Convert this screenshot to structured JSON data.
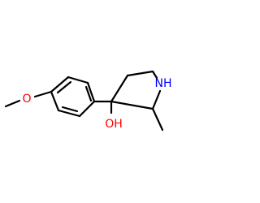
{
  "molecule": {
    "atoms": {
      "methoxy_oxygen": "O",
      "ring_nitrogen": "NH",
      "hydroxyl": "OH"
    }
  },
  "colors": {
    "background": "#ffffff",
    "bond": "#000000",
    "oxygen": "#ff0000",
    "nitrogen": "#0000ff"
  }
}
